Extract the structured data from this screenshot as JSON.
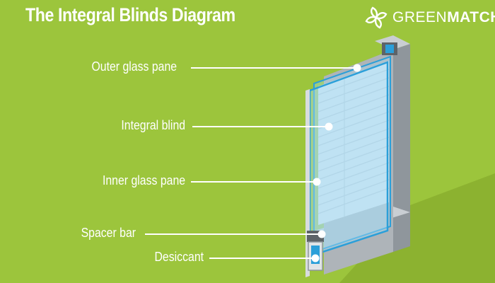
{
  "header": {
    "title": "The Integral Blinds Diagram",
    "logo": {
      "word_regular": "GREEN",
      "word_bold": "MATCH",
      "icon": "leaf-logo-icon"
    }
  },
  "labels": [
    {
      "id": "outer-glass-pane",
      "text": "Outer glass pane"
    },
    {
      "id": "integral-blind",
      "text": "Integral blind"
    },
    {
      "id": "inner-glass-pane",
      "text": "Inner glass pane"
    },
    {
      "id": "spacer-bar",
      "text": "Spacer bar"
    },
    {
      "id": "desiccant",
      "text": "Desiccant"
    }
  ],
  "colors": {
    "background": "#9cc53c",
    "shadow": "#8cb230",
    "frame": "#bfc4c9",
    "frame_dark": "#8f969c",
    "glass": "#a9dcf4",
    "glass_edge": "#2b9fd9",
    "blind": "#e9eef2",
    "text": "#ffffff"
  }
}
